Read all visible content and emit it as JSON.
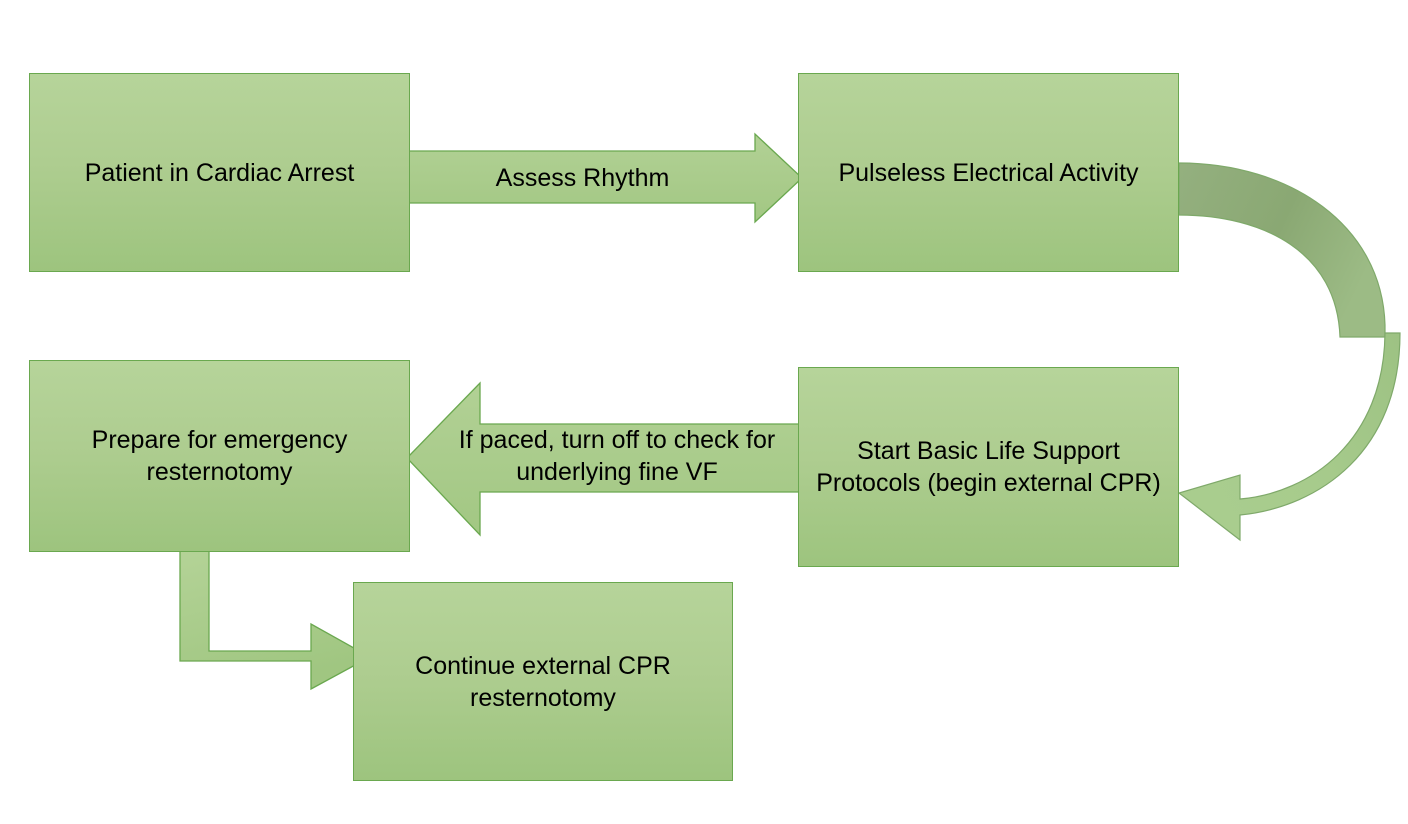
{
  "diagram": {
    "title": "Cardiac Arrest Management Flowchart",
    "type": "flowchart",
    "background": "#FFFFFF",
    "colors": {
      "node_fill_top": "#B6D49A",
      "node_fill_bottom": "#9DC47E",
      "node_border": "#6AA84F",
      "arrow_fill": "#A8CC8C",
      "arrow_border": "#6AA84F",
      "curved_arrow_dark": "#8BA877",
      "curved_arrow_light": "#A3C686",
      "text": "#000000"
    },
    "nodes": [
      {
        "id": "patient-cardiac-arrest",
        "label": "Patient in Cardiac Arrest"
      },
      {
        "id": "pulseless-electrical-activity",
        "label": "Pulseless Electrical Activity"
      },
      {
        "id": "start-basic-life-support",
        "label": "Start Basic Life Support Protocols (begin external CPR)"
      },
      {
        "id": "prepare-emergency-resternotomy",
        "label": "Prepare for emergency resternotomy"
      },
      {
        "id": "continue-external-cpr",
        "label": "Continue external CPR resternotomy"
      }
    ],
    "edges": [
      {
        "id": "assess-rhythm",
        "label": "Assess Rhythm",
        "from": "patient-cardiac-arrest",
        "to": "pulseless-electrical-activity",
        "shape": "right-block-arrow"
      },
      {
        "id": "pea-to-bls",
        "label": "",
        "from": "pulseless-electrical-activity",
        "to": "start-basic-life-support",
        "shape": "curved-u-turn-arrow"
      },
      {
        "id": "turn-off-pacing",
        "label": "If paced, turn off to check for underlying fine VF",
        "from": "start-basic-life-support",
        "to": "prepare-emergency-resternotomy",
        "shape": "left-block-arrow"
      },
      {
        "id": "prepare-to-continue-cpr",
        "label": "",
        "from": "prepare-emergency-resternotomy",
        "to": "continue-external-cpr",
        "shape": "elbow-bent-arrow"
      }
    ]
  }
}
